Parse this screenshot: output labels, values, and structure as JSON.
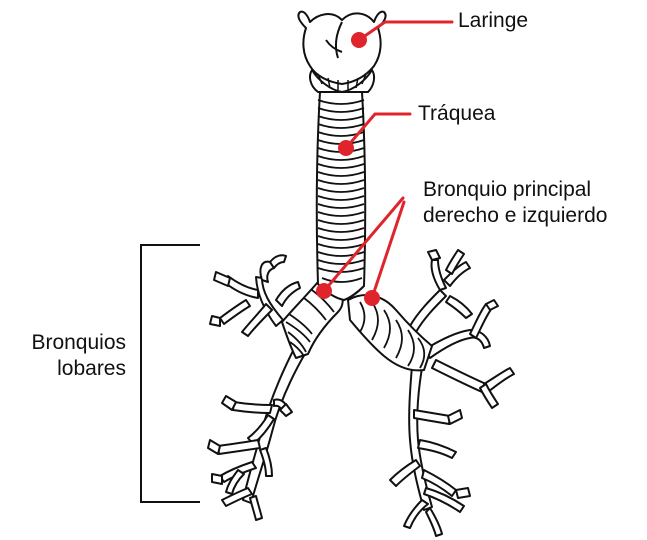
{
  "labels": {
    "larynx": "Laringe",
    "trachea": "Tráquea",
    "main_bronchi_line1": "Bronquio principal",
    "main_bronchi_line2": "derecho e izquierdo",
    "lobar_line1": "Bronquios",
    "lobar_line2": "lobares"
  },
  "colors": {
    "marker": "#e0242c",
    "outline": "#111111",
    "fill": "#ffffff"
  }
}
